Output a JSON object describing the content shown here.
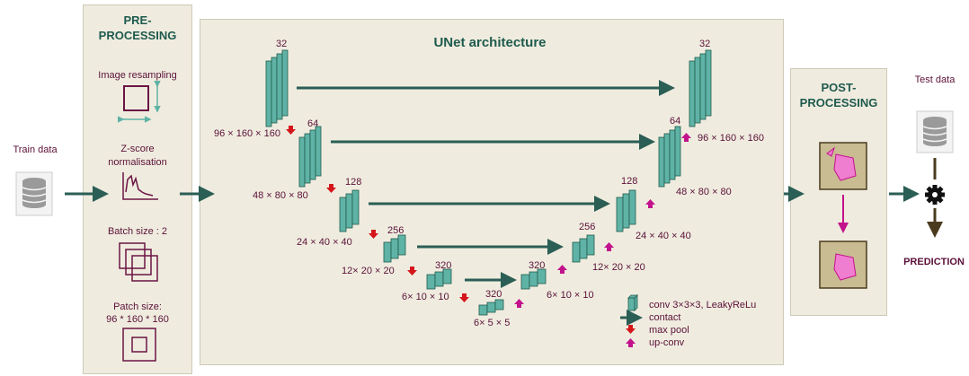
{
  "train_label": "Train data",
  "test_label": "Test data",
  "prediction_label": "PREDICTION",
  "preprocessing": {
    "title": "PRE-\nPROCESSING",
    "items": [
      "Image resampling",
      "Z-score normalisation",
      "Batch size : 2",
      "Patch size:",
      "96 * 160 * 160"
    ]
  },
  "unet": {
    "title": "UNet architecture",
    "encoder": [
      {
        "channels": "32",
        "dims": "96 × 160 × 160"
      },
      {
        "channels": "64",
        "dims": "48 × 80 × 80"
      },
      {
        "channels": "128",
        "dims": "24 × 40 × 40"
      },
      {
        "channels": "256",
        "dims": "12× 20 × 20"
      },
      {
        "channels": "320",
        "dims": "6× 10 × 10"
      }
    ],
    "bottleneck": {
      "channels": "320",
      "dims": "6× 5 × 5"
    },
    "decoder": [
      {
        "channels": "320",
        "dims": "6× 10 × 10"
      },
      {
        "channels": "256",
        "dims": "12× 20 × 20"
      },
      {
        "channels": "128",
        "dims": "24 × 40 × 40"
      },
      {
        "channels": "64",
        "dims": "48 × 80 × 80"
      },
      {
        "channels": "32",
        "dims": "96 × 160 × 160"
      }
    ],
    "legend": [
      "conv 3×3×3, LeakyReLu",
      "contact",
      "max pool",
      "up-conv"
    ]
  },
  "postprocessing": {
    "title": "POST-\nPROCESSING"
  },
  "colors": {
    "panel": "#efecdf",
    "block": "#5fb3a6",
    "arrow": "#2b5e55",
    "maxpool": "#d4161b",
    "upconv": "#c2128c",
    "text": "#5b1038"
  }
}
